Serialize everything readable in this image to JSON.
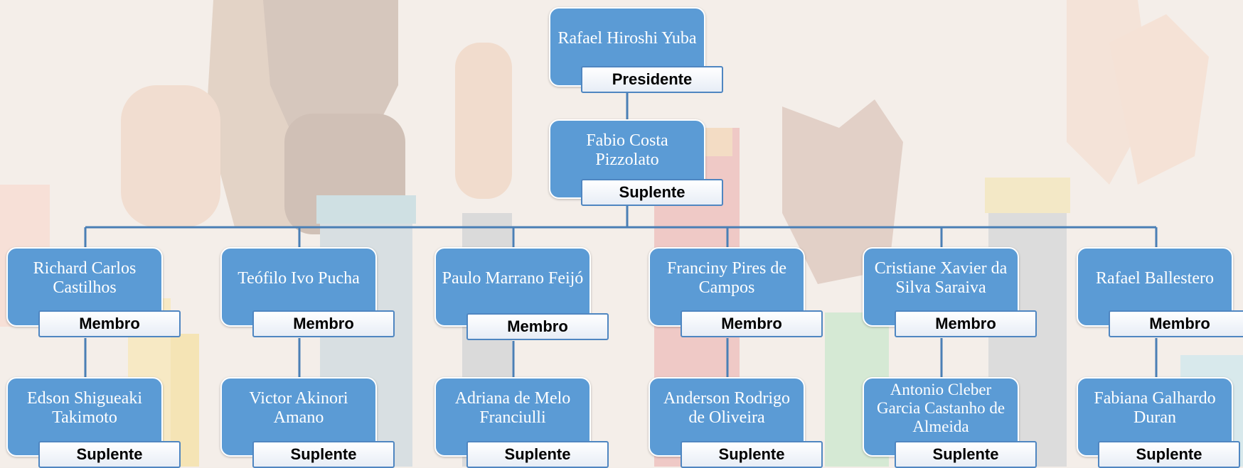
{
  "colors": {
    "node_fill": "#5b9bd5",
    "connector": "#4a7fb5",
    "label_border": "#4f86c1"
  },
  "president": {
    "name": "Rafael Hiroshi Yuba",
    "role": "Presidente"
  },
  "vice": {
    "name": "Fabio Costa Pizzolato",
    "role": "Suplente"
  },
  "columns": [
    {
      "member": {
        "name": "Richard Carlos Castilhos",
        "role": "Membro"
      },
      "substitute": {
        "name": "Edson Shigueaki Takimoto",
        "role": "Suplente"
      }
    },
    {
      "member": {
        "name": "Teófilo Ivo Pucha",
        "role": "Membro"
      },
      "substitute": {
        "name": "Victor Akinori Amano",
        "role": "Suplente"
      }
    },
    {
      "member": {
        "name": "Paulo Marrano Feijó",
        "role": "Membro"
      },
      "substitute": {
        "name": "Adriana de Melo Franciulli",
        "role": "Suplente"
      }
    },
    {
      "member": {
        "name": "Franciny Pires de Campos",
        "role": "Membro"
      },
      "substitute": {
        "name": "Anderson Rodrigo de Oliveira",
        "role": "Suplente"
      }
    },
    {
      "member": {
        "name": "Cristiane Xavier da Silva Saraiva",
        "role": "Membro"
      },
      "substitute": {
        "name": "Antonio Cleber Garcia Castanho de Almeida",
        "role": "Suplente"
      }
    },
    {
      "member": {
        "name": "Rafael Ballestero",
        "role": "Membro"
      },
      "substitute": {
        "name": "Fabiana Galhardo Duran",
        "role": "Suplente"
      }
    }
  ]
}
